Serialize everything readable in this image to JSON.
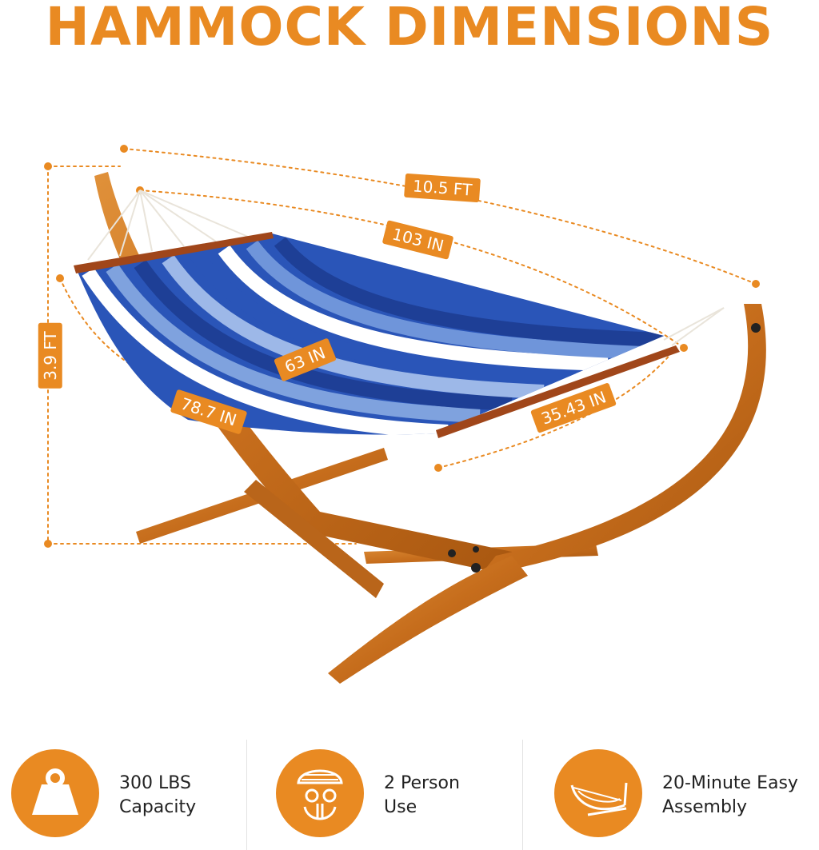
{
  "title": "HAMMOCK DIMENSIONS",
  "colors": {
    "accent": "#E98A22",
    "wood": "#C9741F",
    "fabric_blue": "#2450B4",
    "fabric_light": "#7FA2DE"
  },
  "dimensions": {
    "overall_length": "10.5 FT",
    "bed_length": "103 IN",
    "height": "3.9 FT",
    "bed_width": "63 IN",
    "stand_width": "78.7 IN",
    "spreader_bar": "35.43 IN"
  },
  "features": [
    {
      "icon": "weight-icon",
      "line1": "300 LBS",
      "line2": "Capacity"
    },
    {
      "icon": "two-person-icon",
      "line1": "2 Person",
      "line2": "Use"
    },
    {
      "icon": "hammock-stand-icon",
      "line1": "20-Minute Easy",
      "line2": "Assembly"
    }
  ]
}
